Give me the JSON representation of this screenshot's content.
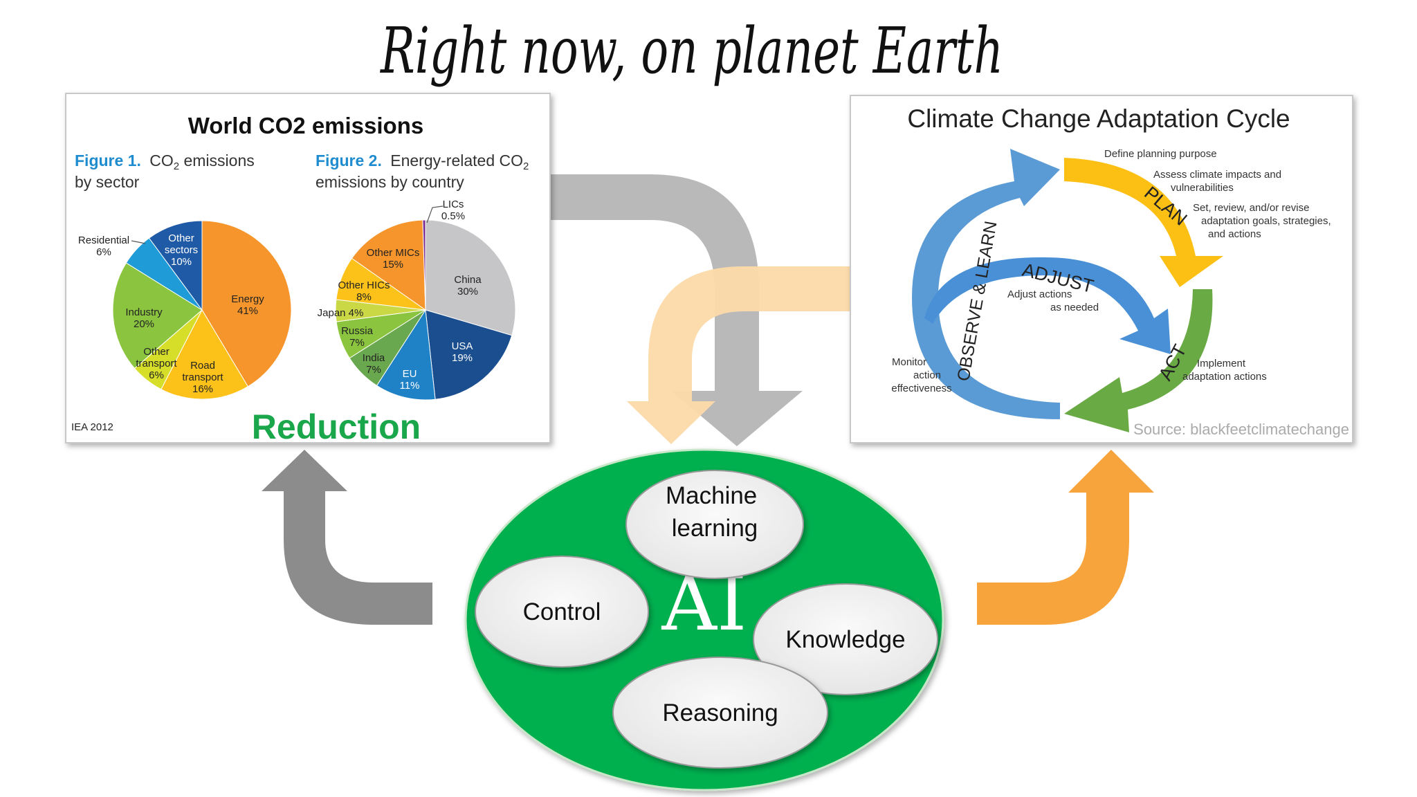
{
  "title": "Right now, on planet Earth",
  "colors": {
    "grey_arrow": "#b9b9b9",
    "dark_grey_arrow": "#8c8c8c",
    "peach_arrow": "#fcd9a8",
    "orange_arrow": "#f7a43c",
    "ai_green": "#00b050",
    "energy": "#f5952c",
    "road_transport": "#fcc21a",
    "other_transport": "#d6de2a",
    "industry": "#8bc53f",
    "residential": "#1f9bd7",
    "other_sectors": "#1f5aa6",
    "china": "#c6c6c9",
    "usa": "#1a4e8f",
    "eu": "#1f81c6",
    "india": "#6aa84f",
    "russia": "#8bc53f",
    "japan": "#cbd846",
    "other_hics": "#fcc21a",
    "other_mics": "#f5952c",
    "lics": "#7a2b8f",
    "plan": "#fcbf13",
    "act": "#6aaa45",
    "observe": "#5b9bd5",
    "adjust": "#4a90d6"
  },
  "co2_panel": {
    "heading": "World CO2 emissions",
    "fig1": {
      "label": "Figure 1.",
      "caption_a": "CO",
      "caption_sub": "2",
      "caption_b": " emissions",
      "caption_c": "by sector"
    },
    "fig2": {
      "label": "Figure 2.",
      "caption_a": "Energy-related CO",
      "caption_sub": "2",
      "caption_c": "emissions by country"
    },
    "source": "IEA 2012",
    "reduction": "Reduction"
  },
  "chart_data": [
    {
      "type": "pie",
      "title": "CO2 emissions by sector",
      "slices": [
        {
          "label": "Energy",
          "value": 41,
          "color_key": "energy"
        },
        {
          "label": "Road transport",
          "value": 16,
          "color_key": "road_transport"
        },
        {
          "label": "Other transport",
          "value": 6,
          "color_key": "other_transport"
        },
        {
          "label": "Industry",
          "value": 20,
          "color_key": "industry"
        },
        {
          "label": "Residential",
          "value": 6,
          "color_key": "residential"
        },
        {
          "label": "Other sectors",
          "value": 10,
          "color_key": "other_sectors"
        }
      ]
    },
    {
      "type": "pie",
      "title": "Energy-related CO2 emissions by country",
      "slices": [
        {
          "label": "China",
          "value": 30,
          "color_key": "china"
        },
        {
          "label": "USA",
          "value": 19,
          "color_key": "usa"
        },
        {
          "label": "EU",
          "value": 11,
          "color_key": "eu"
        },
        {
          "label": "India",
          "value": 7,
          "color_key": "india"
        },
        {
          "label": "Russia",
          "value": 7,
          "color_key": "russia"
        },
        {
          "label": "Japan",
          "value": 4,
          "color_key": "japan"
        },
        {
          "label": "Other HICs",
          "value": 8,
          "color_key": "other_hics"
        },
        {
          "label": "Other MICs",
          "value": 15,
          "color_key": "other_mics"
        },
        {
          "label": "LICs",
          "value": 0.5,
          "color_key": "lics"
        }
      ]
    }
  ],
  "pie1_labels": {
    "energy": [
      "Energy",
      "41%"
    ],
    "road": [
      "Road",
      "transport",
      "16%"
    ],
    "other_transport": [
      "Other",
      "transport",
      "6%"
    ],
    "industry": [
      "Industry",
      "20%"
    ],
    "residential": [
      "Residential",
      "6%"
    ],
    "other_sectors": [
      "Other",
      "sectors",
      "10%"
    ]
  },
  "pie2_labels": {
    "china": [
      "China",
      "30%"
    ],
    "usa": [
      "USA",
      "19%"
    ],
    "eu": [
      "EU",
      "11%"
    ],
    "india": [
      "India",
      "7%"
    ],
    "russia": [
      "Russia",
      "7%"
    ],
    "japan": "Japan 4%",
    "other_hics": [
      "Other HICs",
      "8%"
    ],
    "other_mics": [
      "Other MICs",
      "15%"
    ],
    "lics": [
      "LICs",
      "0.5%"
    ]
  },
  "cycle_panel": {
    "heading": "Climate Change Adaptation Cycle",
    "plan": "PLAN",
    "act": "ACT",
    "adjust": "ADJUST",
    "observe": "OBSERVE & LEARN",
    "define": "Define planning purpose",
    "assess": [
      "Assess climate impacts and",
      "vulnerabilities"
    ],
    "set_review": [
      "Set, review, and/or revise",
      "adaptation goals, strategies,",
      "and actions"
    ],
    "adjust_note": [
      "Adjust actions",
      "as needed"
    ],
    "implement": [
      "Implement",
      "adaptation actions"
    ],
    "monitor": [
      "Monitor",
      "action",
      "effectiveness"
    ],
    "source": "Source: blackfeetclimatechange"
  },
  "ai_hub": {
    "center": "AI",
    "machine_learning": [
      "Machine",
      "learning"
    ],
    "control": "Control",
    "knowledge": "Knowledge",
    "reasoning": "Reasoning"
  }
}
